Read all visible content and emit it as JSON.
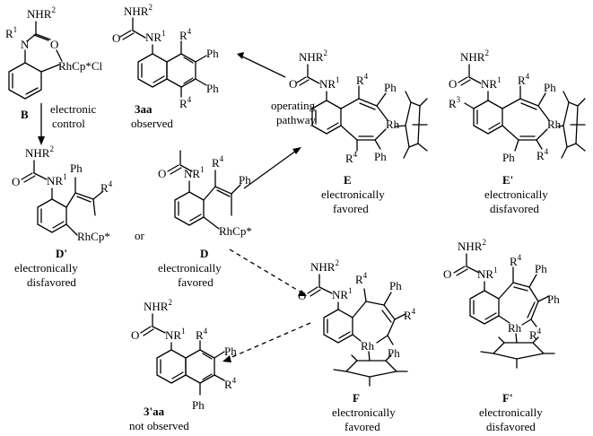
{
  "compounds": {
    "B": {
      "id": "B",
      "nh": "NHR",
      "nh_sup": "2",
      "r": "R",
      "r_sup": "1",
      "n": "N",
      "o": "O",
      "rh": "RhCp*Cl"
    },
    "p3aa": {
      "id": "3aa",
      "nh": "NHR",
      "nh_sup": "2",
      "nr": "NR",
      "nr_sup": "1",
      "r4": "R",
      "r4_sup": "4",
      "ph": "Ph",
      "note": "observed"
    },
    "E": {
      "id": "E",
      "nh": "NHR",
      "nh_sup": "2",
      "nr": "NR",
      "nr_sup": "1",
      "r4": "R",
      "r4_sup": "4",
      "ph": "Ph",
      "rh": "Rh",
      "note1": "electronically",
      "note2": "favored"
    },
    "Ep": {
      "id": "E'",
      "nh": "NHR",
      "nh_sup": "2",
      "nr": "NR",
      "nr_sup": "1",
      "r3": "R",
      "r3_sup": "3",
      "r4": "R",
      "r4_sup": "4",
      "ph": "Ph",
      "rh": "Rh",
      "note1": "electronically",
      "note2": "disfavored"
    },
    "Dp": {
      "id": "D'",
      "nh": "NHR",
      "nh_sup": "2",
      "nr": "NR",
      "nr_sup": "1",
      "ph": "Ph",
      "r4": "R",
      "r4_sup": "4",
      "rh": "RhCp*",
      "note1": "electronically",
      "note2": "disfavored"
    },
    "D": {
      "id": "D",
      "nr": "NR",
      "nr_sup": "1",
      "r4": "R",
      "r4_sup": "4",
      "ph": "Ph",
      "rh": "RhCp*",
      "note1": "electronically",
      "note2": "favored"
    },
    "F": {
      "id": "F",
      "nh": "NHR",
      "nh_sup": "2",
      "nr": "NR",
      "nr_sup": "1",
      "r4": "R",
      "r4_sup": "4",
      "ph": "Ph",
      "rh": "Rh",
      "note1": "electronically",
      "note2": "favored"
    },
    "Fp": {
      "id": "F'",
      "nh": "NHR",
      "nh_sup": "2",
      "nr": "NR",
      "nr_sup": "1",
      "r4": "R",
      "r4_sup": "4",
      "ph": "Ph",
      "rh": "Rh",
      "note1": "electronically",
      "note2": "disfavored"
    },
    "p3paa": {
      "id": "3'aa",
      "nh": "NHR",
      "nh_sup": "2",
      "nr": "NR",
      "nr_sup": "1",
      "r4": "R",
      "r4_sup": "4",
      "ph": "Ph",
      "note": "not observed"
    }
  },
  "labels": {
    "electronic": "electronic",
    "control": "control",
    "operating": "operating",
    "pathway": "pathway",
    "or": "or"
  }
}
